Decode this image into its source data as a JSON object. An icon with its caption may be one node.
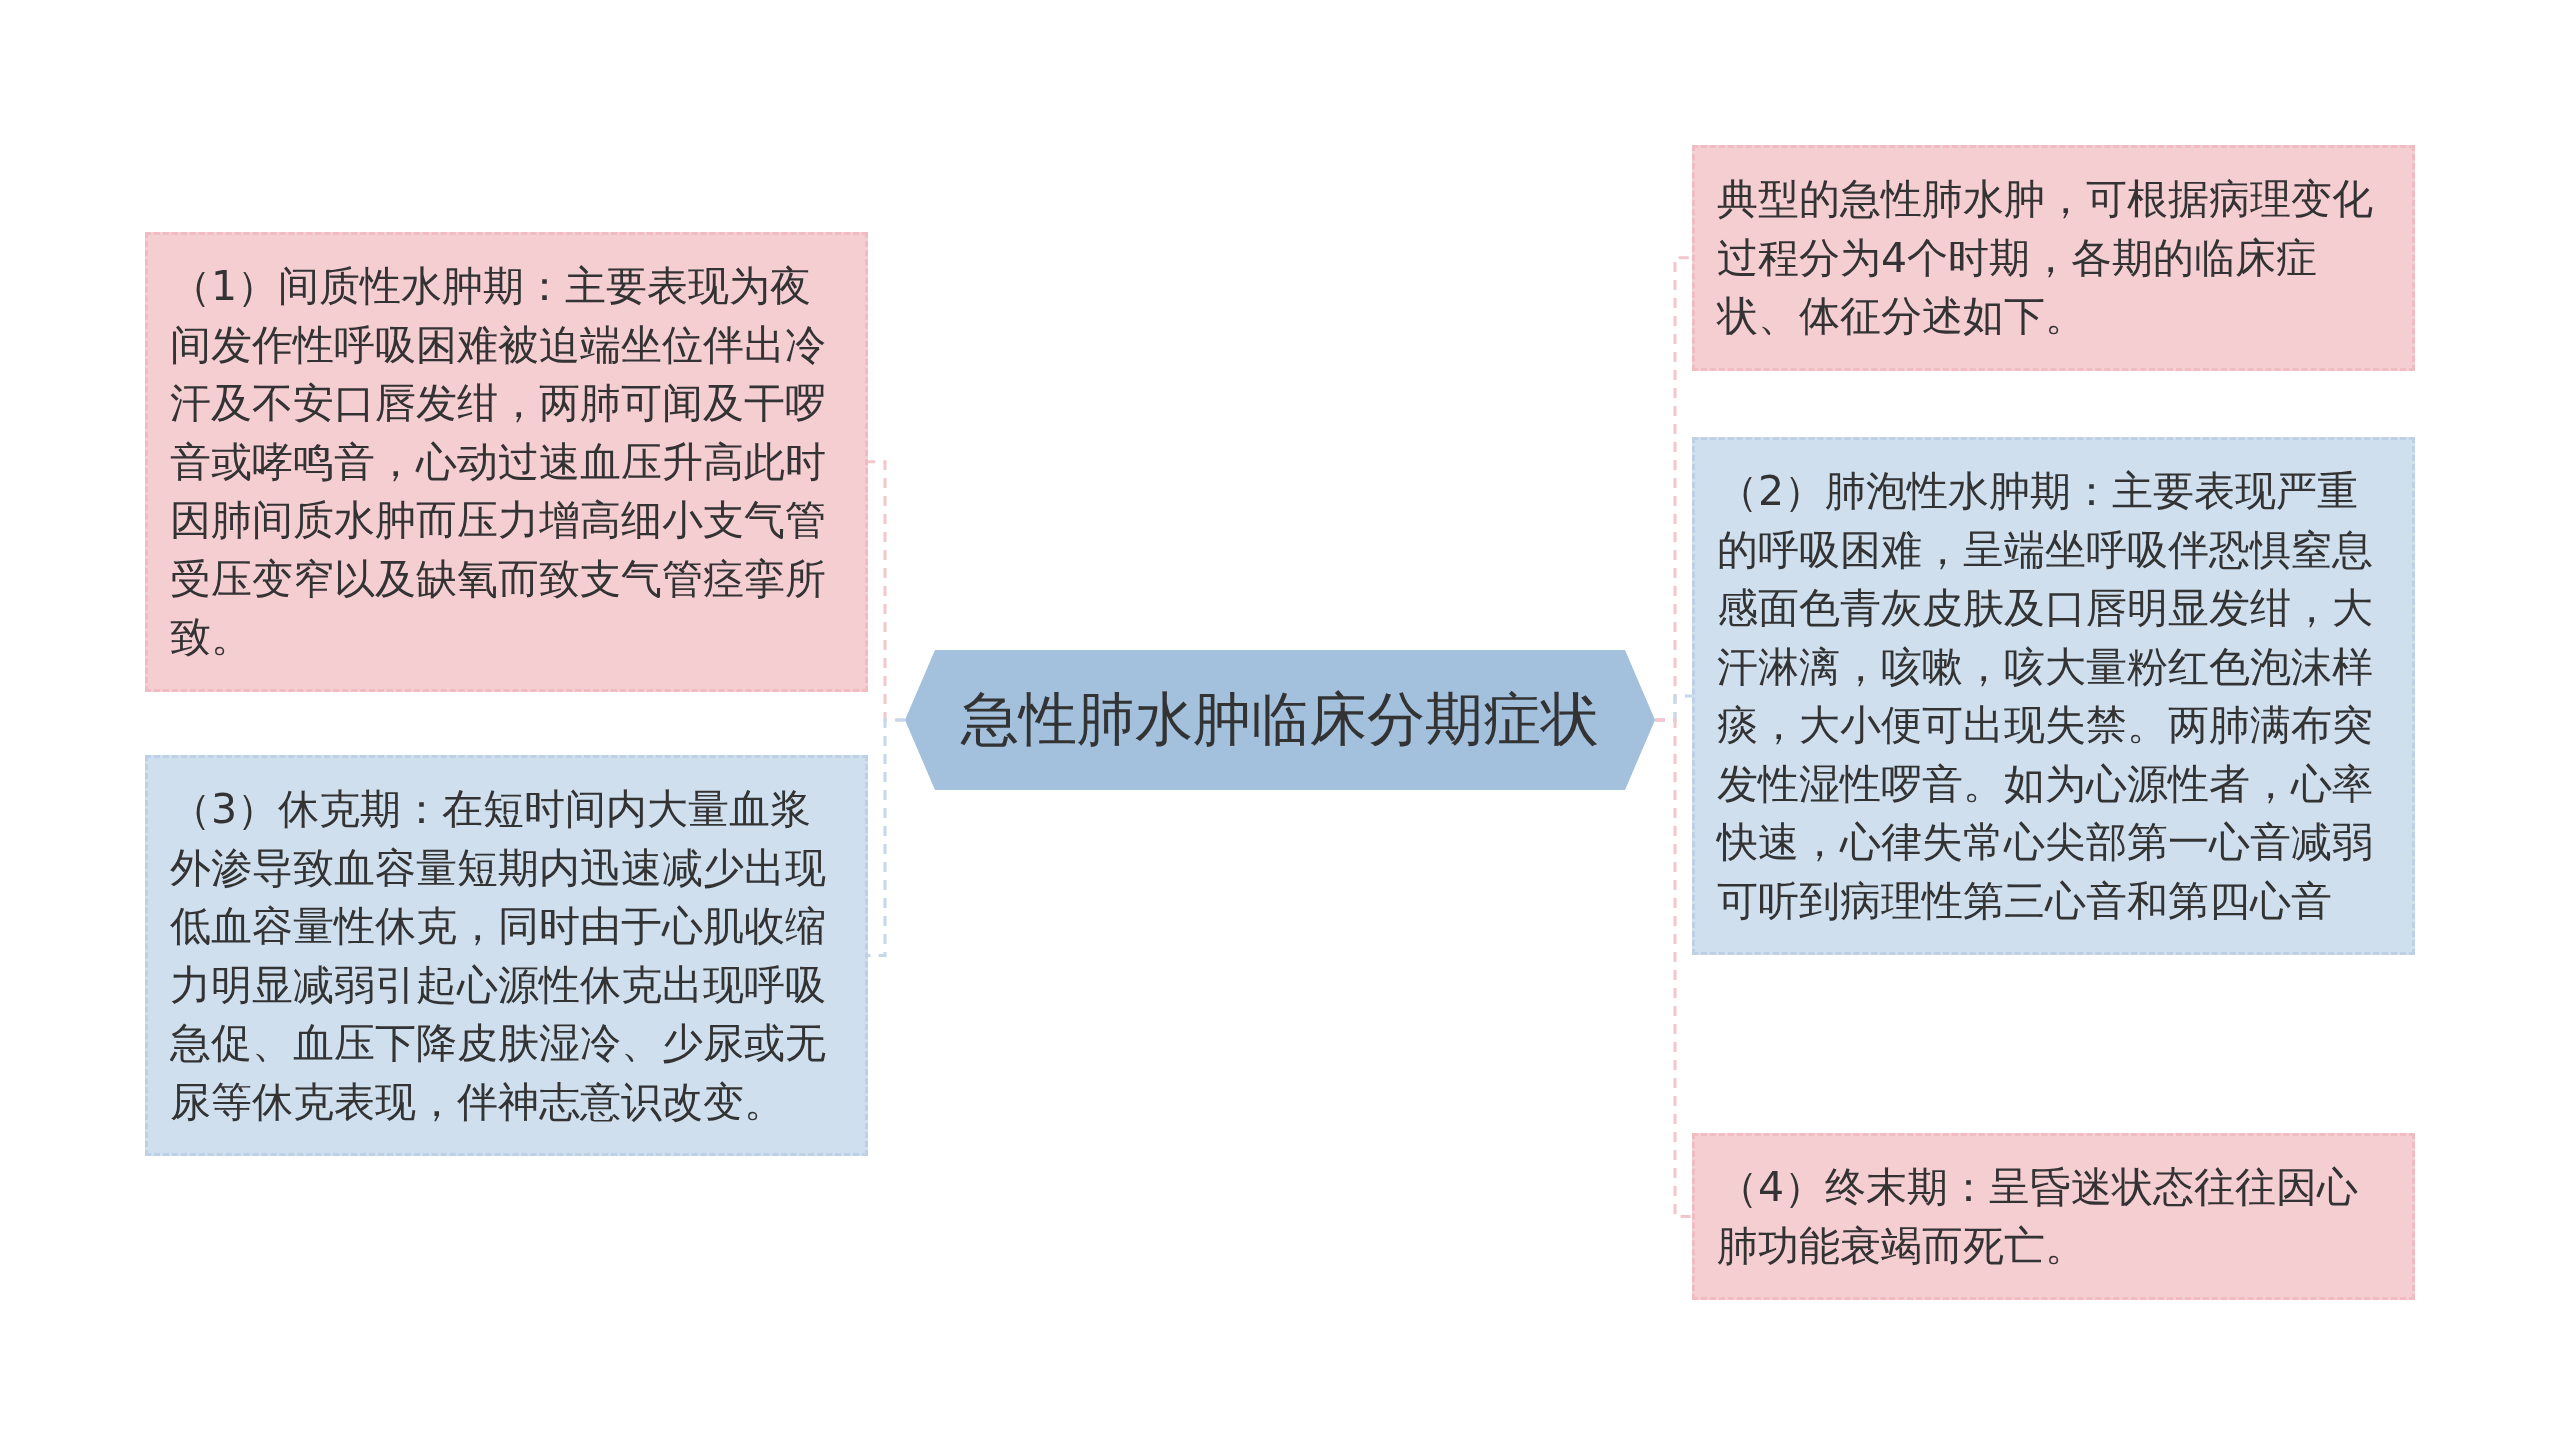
{
  "diagram": {
    "nodes": [
      {
        "text": [
          "急性肺水肿临床分期症状"
        ]
      },
      {
        "text": [
          "（1）间质性水肿期：主要表现为夜间发作性呼吸困难被迫端坐位伴出冷汗及不安口唇发绀，两肺可闻及干啰音或哮鸣音，心动过速血压升高此时因肺间质水肿而压力增高细小支气管受压变窄以及缺氧而致支气管痉挛所致。"
        ]
      },
      {
        "text": [
          "（3）休克期：在短时间内大量血浆外渗导致血容量短期内迅速减少出现低血容量性休克，同时由于心肌收缩力明显减弱引起心源性休克出现呼吸急促、血压下降皮肤湿冷、少尿或无尿等休克表现，伴神志意识改变。"
        ]
      },
      {
        "text": [
          "典型的急性肺水肿，可根据病理变化过程分为4个时期，各期的临床症状、体征分述如下。"
        ]
      },
      {
        "text": [
          "（2）肺泡性水肿期：主要表现严重的呼吸困难，呈端坐呼吸伴恐惧窒息感面色青灰皮肤及口唇明显发绀，大汗淋漓，咳嗽，咳大量粉红色泡沫样痰，大小便可出现失禁。两肺满布突发性湿性啰音。如为心源性者，心率快速，心律失常心尖部第一心音减弱可听到病理性第三心音和第四心音"
        ]
      },
      {
        "text": [
          "（4）终末期：呈昏迷状态往往因心肺功能衰竭而死亡。"
        ]
      }
    ],
    "edges": [
      {
        "from": 0,
        "to": 1,
        "arrow": "none",
        "color": "#f2c6cb"
      },
      {
        "from": 0,
        "to": 2,
        "arrow": "none",
        "color": "#c6d8ec"
      },
      {
        "from": 0,
        "to": 3,
        "arrow": "none",
        "color": "#f2c6cb"
      },
      {
        "from": 0,
        "to": 4,
        "arrow": "none",
        "color": "#c6d8ec"
      },
      {
        "from": 0,
        "to": 5,
        "arrow": "none",
        "color": "#f2c6cb"
      }
    ]
  }
}
